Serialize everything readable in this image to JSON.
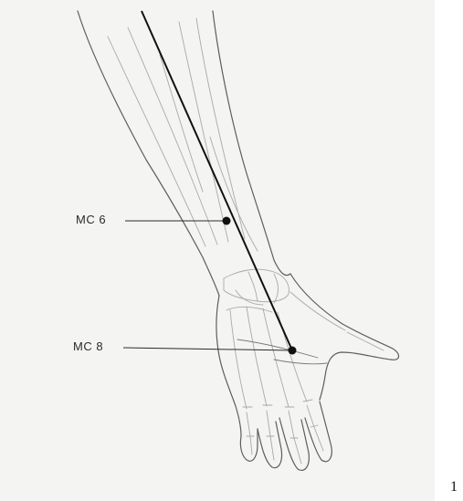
{
  "points": [
    {
      "id": "mc6",
      "label": "MC 6"
    },
    {
      "id": "mc8",
      "label": "MC 8"
    }
  ],
  "page_number": "1",
  "colors": {
    "background": "#f4f4f3",
    "outline": "#5e5e5e",
    "bone_lines": "#a9a9a9",
    "meridian": "#111111"
  }
}
